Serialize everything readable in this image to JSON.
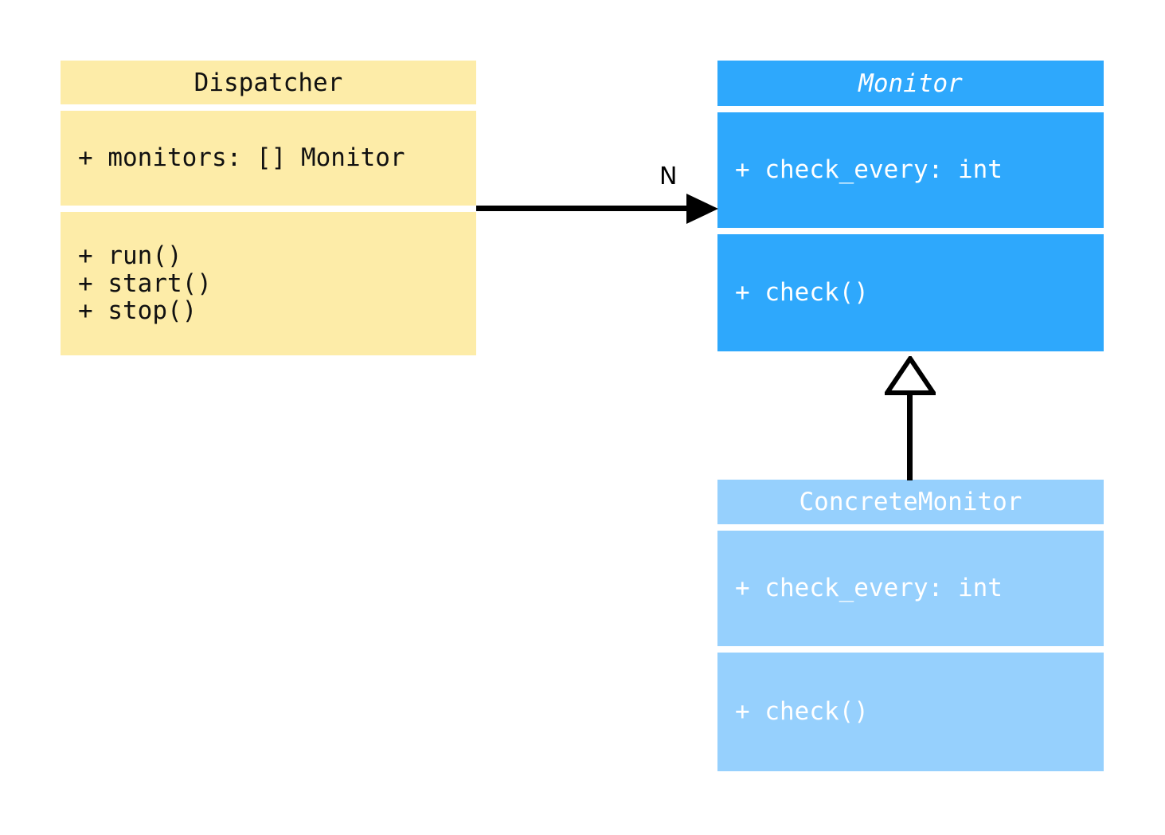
{
  "diagram": {
    "type": "uml-class-diagram",
    "background": "#ffffff",
    "classes": [
      {
        "id": "dispatcher",
        "name": "Dispatcher",
        "abstract": false,
        "fill": "#fdeca8",
        "text_color": "#111111",
        "attributes": [
          "+ monitors: [] Monitor"
        ],
        "operations": [
          "+ run()",
          "+ start()",
          "+ stop()"
        ]
      },
      {
        "id": "monitor",
        "name": "Monitor",
        "abstract": true,
        "fill": "#2ea8fc",
        "text_color": "#ffffff",
        "attributes": [
          "+ check_every: int"
        ],
        "operations": [
          "+ check()"
        ]
      },
      {
        "id": "concrete_monitor",
        "name": "ConcreteMonitor",
        "abstract": false,
        "fill": "#96d0fd",
        "text_color": "#ffffff",
        "attributes": [
          "+ check_every: int"
        ],
        "operations": [
          "+ check()"
        ]
      }
    ],
    "relationships": [
      {
        "id": "dispatcher-monitor",
        "kind": "association",
        "from": "Dispatcher",
        "to": "Monitor",
        "label": "N",
        "arrow": "solid-filled",
        "color": "#000000"
      },
      {
        "id": "concrete-monitor-inherits",
        "kind": "generalization",
        "from": "ConcreteMonitor",
        "to": "Monitor",
        "label": "",
        "arrow": "hollow-triangle",
        "color": "#000000"
      }
    ]
  }
}
